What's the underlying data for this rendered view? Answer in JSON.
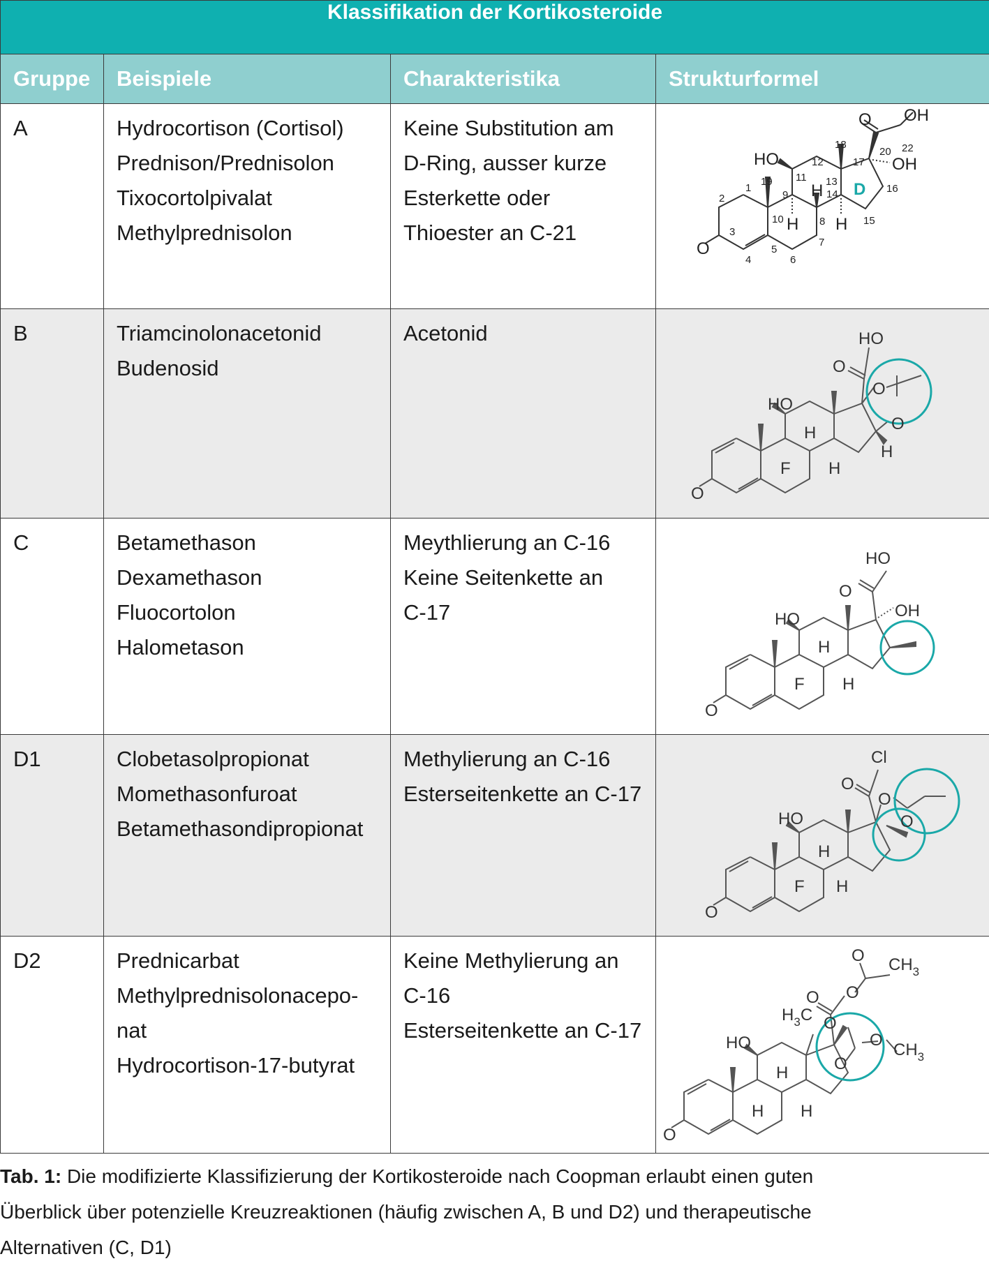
{
  "table": {
    "title": "Klassifikation der Kortikosteroide",
    "headers": [
      "Gruppe",
      "Beispiele",
      "Charakteristika",
      "Strukturformel"
    ],
    "rows": [
      {
        "group": "A",
        "examples": [
          "Hydrocortison (Cortisol)",
          "Prednison/Prednisolon",
          "Tixocortolpivalat",
          "Methylprednisolon"
        ],
        "characteristics": [
          "Keine Substitution am",
          "D-Ring, ausser kurze",
          "Esterkette oder",
          "Thioester an C-21"
        ],
        "structure_labels": {
          "HO": "HO",
          "O_keto": "O",
          "OH_top": "OH",
          "OH_17": "OH",
          "O_3": "O",
          "ring": "D",
          "H_a": "H",
          "H_b": "H",
          "H_c": "H",
          "n1": "1",
          "n2": "2",
          "n3": "3",
          "n4": "4",
          "n5": "5",
          "n6": "6",
          "n7": "7",
          "n8": "8",
          "n9": "9",
          "n10": "10",
          "n11": "11",
          "n12": "12",
          "n13": "13",
          "n14": "14",
          "n15": "15",
          "n16": "16",
          "n17": "17",
          "n18": "18",
          "n19": "19",
          "n20": "20",
          "n22": "22"
        }
      },
      {
        "group": "B",
        "examples": [
          "Triamcinolonacetonid",
          "Budenosid"
        ],
        "characteristics": [
          "Acetonid"
        ],
        "structure_labels": {
          "HO_top": "HO",
          "O_keto": "O",
          "O_a": "O",
          "O_b": "O",
          "HO": "HO",
          "H_a": "H",
          "F": "F",
          "H_b": "H",
          "H_c": "H",
          "O_3": "O"
        }
      },
      {
        "group": "C",
        "examples": [
          "Betamethason",
          "Dexamethason",
          "Fluocortolon",
          "Halometason"
        ],
        "characteristics": [
          "Meythlierung an C-16",
          "Keine Seitenkette an",
          "C-17"
        ],
        "structure_labels": {
          "HO_top": "HO",
          "O_keto": "O",
          "OH": "OH",
          "HO": "HO",
          "H_a": "H",
          "F": "F",
          "H_b": "H",
          "O_3": "O"
        }
      },
      {
        "group": "D1",
        "examples": [
          "Clobetasolpropionat",
          "Momethasonfuroat",
          "Betamethasondipropionat"
        ],
        "characteristics": [
          "Methylierung an C-16",
          "Esterseitenkette an C-17"
        ],
        "structure_labels": {
          "Cl": "Cl",
          "O_keto": "O",
          "O_ester": "O",
          "O_carbonyl": "O",
          "HO": "HO",
          "H_a": "H",
          "F": "F",
          "H_b": "H",
          "O_3": "O"
        }
      },
      {
        "group": "D2",
        "examples": [
          "Prednicarbat",
          "Methylprednisolonacepo-",
          "nat",
          "Hydrocortison-17-butyrat"
        ],
        "characteristics": [
          "Keine Methylierung an",
          "C-16",
          "Esterseitenkette an C-17"
        ],
        "structure_labels": {
          "O_top": "O",
          "CH3_top": "CH",
          "sub3": "3",
          "O_keto": "O",
          "O_link": "O",
          "H3C": "H",
          "sub3b": "3",
          "C": "C",
          "O_17": "O",
          "O_carb": "O",
          "O_b": "O",
          "CH3_right": "CH",
          "sub3c": "3",
          "HO": "HO",
          "H_a": "H",
          "H_b": "H",
          "H_c": "H",
          "O_3": "O"
        }
      }
    ]
  },
  "colors": {
    "title_bg": "#0fb0b0",
    "header_bg": "#8fcfcf",
    "accent_teal": "#1aa8a8",
    "shade": "#ebebeb"
  },
  "caption": {
    "label": "Tab. 1:",
    "lines": [
      "Die modifizierte Klassifizierung der Kortikosteroide nach Coopman erlaubt einen guten",
      "Überblick über potenzielle Kreuzreaktionen (häufig zwischen A, B und D2) und therapeutische",
      "Alternativen (C, D1)"
    ]
  }
}
